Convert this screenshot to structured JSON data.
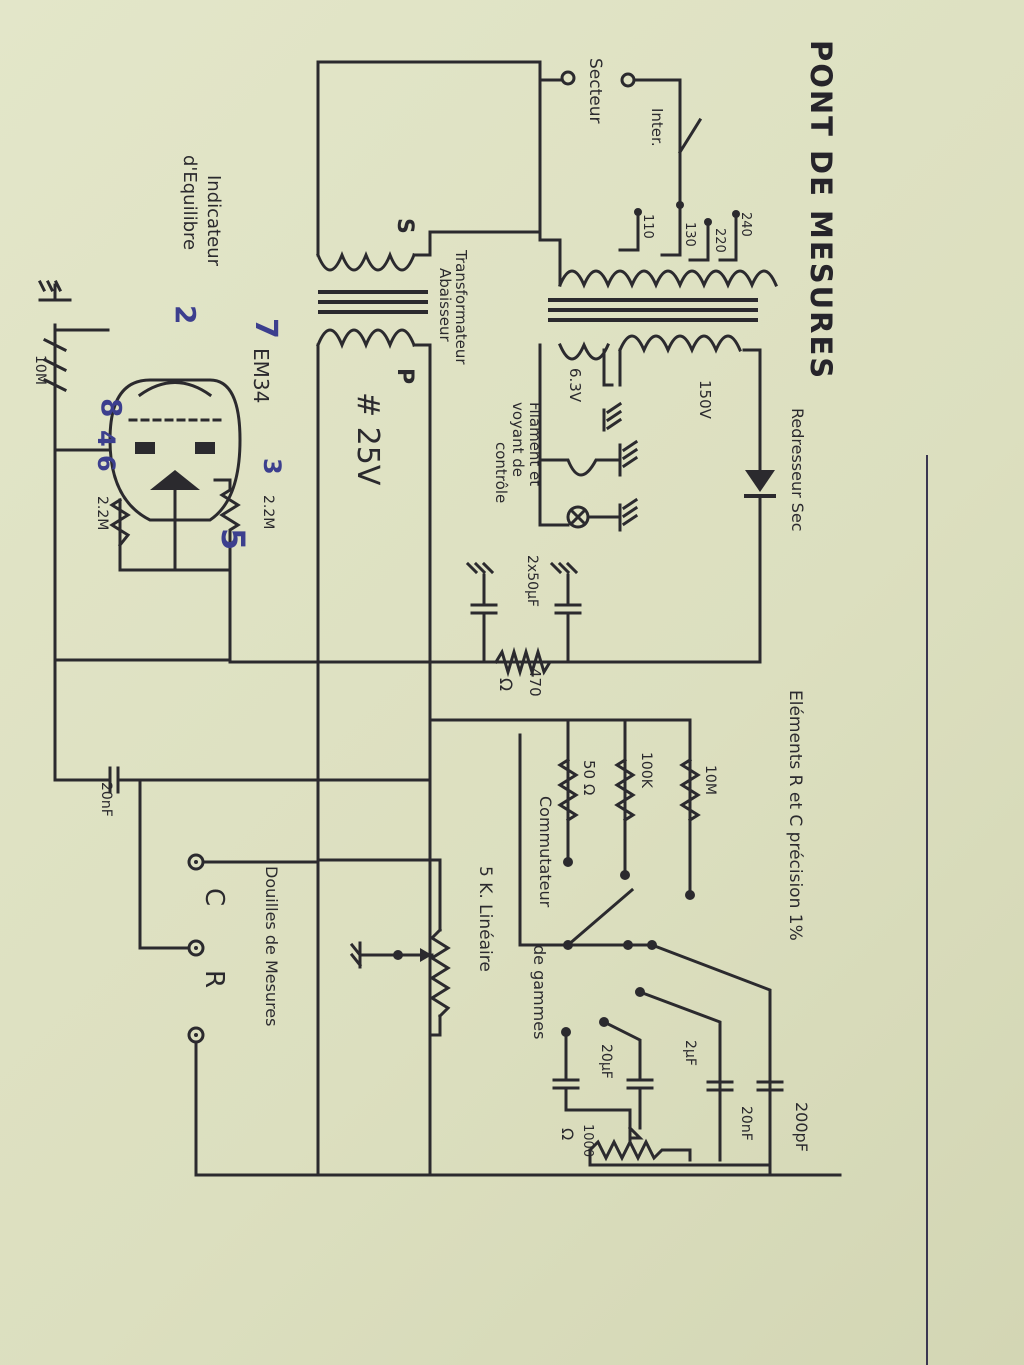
{
  "header": {
    "title": "PONT DE MESURES"
  },
  "labels": {
    "secteur": "Secteur",
    "inter": "Inter.",
    "v240": "240",
    "v220": "220",
    "v130": "130",
    "v110": "110",
    "s": "S",
    "p": "P",
    "transfo": "Transformateur",
    "abaisseur": "Abaisseur",
    "v25": "# 25V",
    "v150": "150V",
    "v63": "6.3V",
    "redresseur": "Redresseur Sec",
    "filament_1": "Filament et",
    "filament_2": "voyant   de",
    "filament_3": "contrôle",
    "caps_2x50": "2x50µF",
    "r470": "470",
    "ohm": "Ω",
    "elements": "Eléments R et C  précision 1%",
    "r10m_a": "10M",
    "r100k": "100K",
    "r50": "50 Ω",
    "commutateur_1": "Commutateur",
    "commutateur_2": "de gammes",
    "pot5k": "5 K. Linéaire",
    "c2uf": "2µF",
    "c20uf": "20µF",
    "r1000": "1000",
    "r1000_ohm": "Ω",
    "c200pf": "200pF",
    "c20nf_a": "20nF",
    "douilles": "Douilles de Mesures",
    "c_socket": "C",
    "r_socket": "R",
    "c20nf_b": "20nF",
    "indicateur_1": "Indicateur",
    "indicateur_2": "d'Equilibre",
    "em34": "EM34",
    "r22m_a": "2.2M",
    "r22m_b": "2.2M",
    "r10m_b": "10M"
  },
  "handwritten": {
    "n7": "7",
    "n2": "2",
    "n8": "8",
    "n46": "4 6",
    "n3": "3",
    "n5": "5"
  }
}
